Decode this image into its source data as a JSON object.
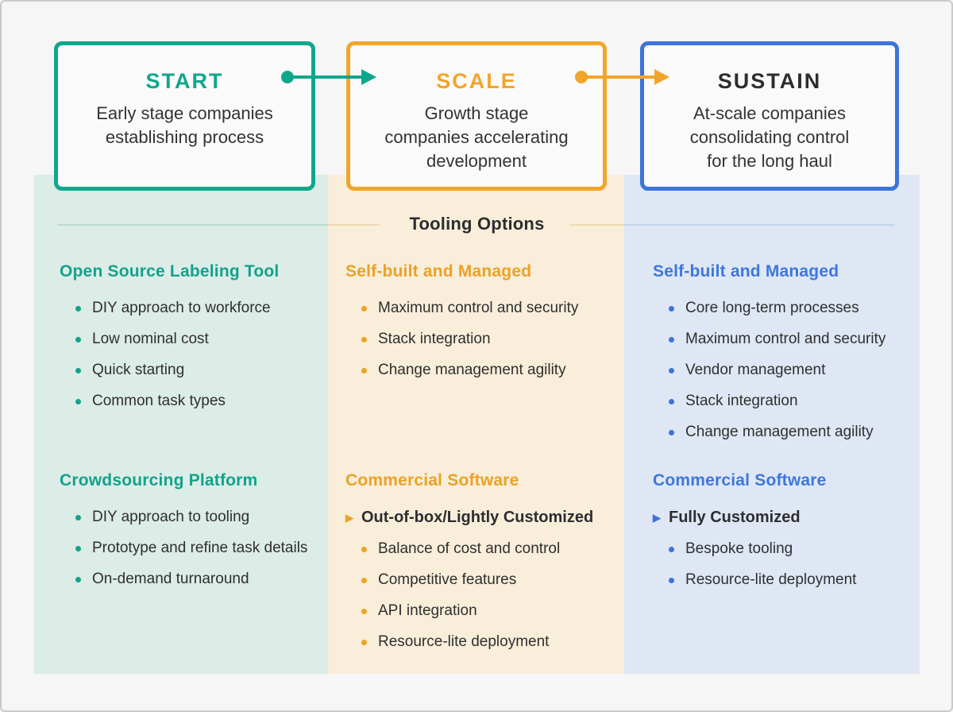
{
  "page": {
    "tooling_header": "Tooling Options"
  },
  "palette": {
    "teal": "#0FA78C",
    "orange": "#F2A52B",
    "blue": "#3C74DB",
    "dark_text": "#2D2D30",
    "col_teal_bg": "#DCECE7",
    "col_cream_bg": "#F8EEDA",
    "col_blue_bg": "#DFE7F4",
    "page_bg": "#F6F6F6"
  },
  "icons": {
    "sub_arrow": "▶"
  },
  "stages": [
    {
      "label": "START",
      "description": "Early stage companies\nestablishing process"
    },
    {
      "label": "SCALE",
      "description": "Growth stage\ncompanies accelerating\ndevelopment"
    },
    {
      "label": "SUSTAIN",
      "description": "At-scale companies\nconsolidating control\nfor the long haul"
    }
  ],
  "columns": [
    {
      "stage": "start",
      "sections": [
        {
          "heading": "Open Source Labeling Tool",
          "items": [
            "DIY approach to workforce",
            "Low nominal cost",
            "Quick starting",
            "Common task types"
          ]
        },
        {
          "heading": "Crowdsourcing Platform",
          "items": [
            "DIY approach to tooling",
            "Prototype and refine task details",
            "On-demand turnaround"
          ]
        }
      ]
    },
    {
      "stage": "scale",
      "sections": [
        {
          "heading": "Self-built and Managed",
          "items": [
            "Maximum control and security",
            "Stack integration",
            "Change management agility"
          ]
        },
        {
          "heading": "Commercial Software",
          "subitem": "Out-of-box/Lightly Customized",
          "items": [
            "Balance of cost and control",
            "Competitive features",
            "API integration",
            "Resource-lite deployment"
          ]
        }
      ]
    },
    {
      "stage": "sustain",
      "sections": [
        {
          "heading": "Self-built and Managed",
          "items": [
            "Core long-term processes",
            "Maximum control and security",
            "Vendor management",
            "Stack integration",
            "Change management agility"
          ]
        },
        {
          "heading": "Commercial Software",
          "subitem": "Fully Customized",
          "items": [
            "Bespoke tooling",
            "Resource-lite deployment"
          ]
        }
      ]
    }
  ]
}
